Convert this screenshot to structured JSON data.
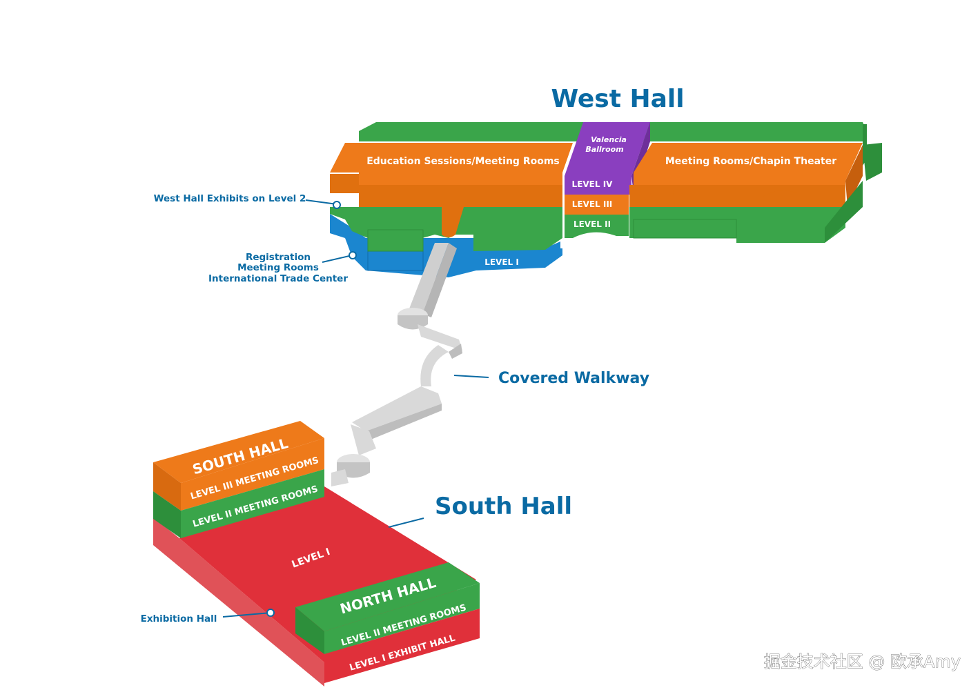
{
  "titles": {
    "west_hall": "West Hall",
    "south_hall": "South Hall"
  },
  "west_hall": {
    "education_label": "Education Sessions/Meeting Rooms",
    "meeting_label": "Meeting Rooms/Chapin Theater",
    "valencia_line1": "Valencia",
    "valencia_line2": "Ballroom",
    "level_iv": "LEVEL IV",
    "level_iii": "LEVEL III",
    "level_ii": "LEVEL II",
    "level_i": "LEVEL I"
  },
  "callouts": {
    "west_exhibits": "West Hall Exhibits on Level 2",
    "registration": "Registration",
    "meeting_rooms": "Meeting Rooms",
    "trade_center": "International Trade Center",
    "walkway": "Covered Walkway",
    "exhibition_hall": "Exhibition Hall"
  },
  "south_block": {
    "south_hall": "SOUTH HALL",
    "level_iii_meeting": "LEVEL III MEETING ROOMS",
    "level_ii_meeting": "LEVEL II MEETING ROOMS",
    "level_i": "LEVEL I",
    "north_hall": "NORTH HALL",
    "north_level_ii": "LEVEL II MEETING ROOMS",
    "north_level_i": "LEVEL I EXHIBIT HALL"
  },
  "watermark": "掘金技术社区 @ 欧承Amy",
  "colors": {
    "orange": "#ee7a1a",
    "green": "#3aa54a",
    "blue": "#1b86cf",
    "purple": "#8a3fbf",
    "red": "#e0303a",
    "walkway": "#d9d9d9",
    "text_blue": "#0a6aa3"
  }
}
